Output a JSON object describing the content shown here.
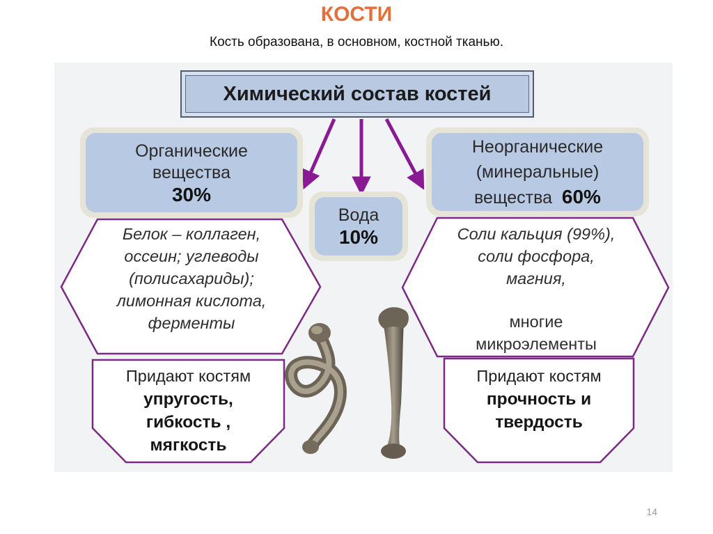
{
  "slide": {
    "title": "КОСТИ",
    "subtitle": "Кость образована, в основном, костной тканью.",
    "page_number": "14"
  },
  "diagram": {
    "root": "Химический состав костей",
    "organic": {
      "line1": "Органические",
      "line2": "вещества",
      "percent": "30%",
      "composition": [
        "Белок – коллаген,",
        "оссеин; углеводы",
        "(полисахариды);",
        "лимонная кислота,",
        "ферменты"
      ],
      "effect_intro": "Придают костям",
      "effect": [
        "упругость,",
        "гибкость ,",
        "мягкость"
      ]
    },
    "water": {
      "label": "Вода",
      "percent": "10%"
    },
    "inorganic": {
      "line1": "Неорганические",
      "line2": "(минеральные)",
      "line3": "вещества",
      "percent": "60%",
      "composition": [
        "Соли кальция (99%),",
        "соли фосфора,",
        "магния,"
      ],
      "composition_extra": [
        "многие",
        "микроэлементы"
      ],
      "effect_intro": "Придают костям",
      "effect": [
        "прочность и",
        "твердость"
      ]
    }
  },
  "colors": {
    "title": "#e0713a",
    "arrow": "#8a1a94",
    "shape_outline": "#7a2a82",
    "box_fill": "#b8c9e3"
  }
}
